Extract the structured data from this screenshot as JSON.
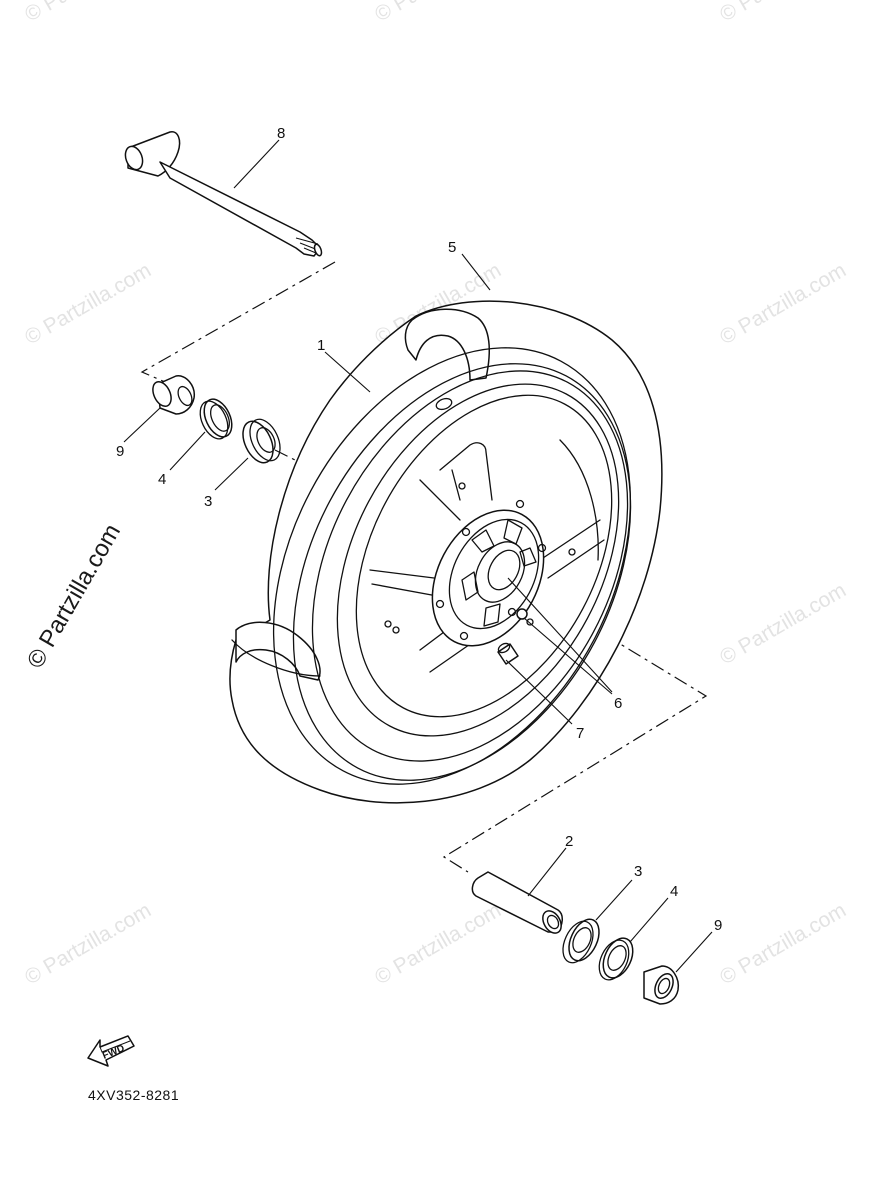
{
  "watermark": {
    "text": "© Partzilla.com",
    "strong_text": "© Partzilla.com"
  },
  "diagram_ref": "4XV352-8281",
  "fwd_label": "FWD",
  "callouts": {
    "c1": "1",
    "c2": "2",
    "c3_left": "3",
    "c3_right": "3",
    "c4_left": "4",
    "c4_right": "4",
    "c5": "5",
    "c6": "6",
    "c7": "7",
    "c8": "8",
    "c9_left": "9",
    "c9_right": "9"
  }
}
